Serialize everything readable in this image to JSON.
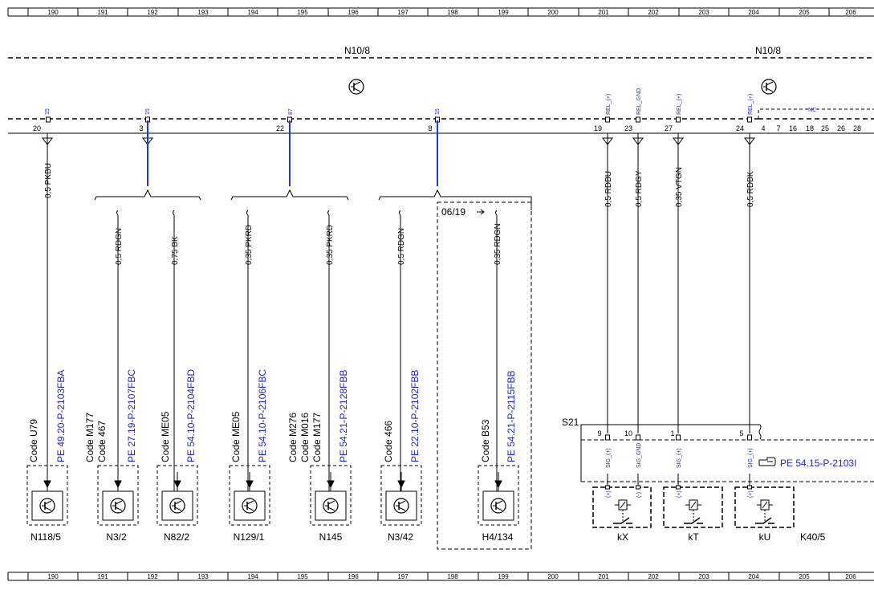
{
  "ruler": [
    "190",
    "191",
    "192",
    "193",
    "194",
    "195",
    "196",
    "197",
    "198",
    "199",
    "200",
    "201",
    "202",
    "203",
    "204",
    "205",
    "206"
  ],
  "module": {
    "left_label": "N10/8",
    "right_label": "N10/8"
  },
  "left_pins": [
    {
      "num": "20",
      "signal": "15",
      "wire": "0,5 PKBU",
      "color": "black"
    },
    {
      "num": "3",
      "signal": "15",
      "wire": "",
      "color": "blue"
    },
    {
      "num": "22",
      "signal": "87",
      "wire": "",
      "color": "blue"
    },
    {
      "num": "8",
      "signal": "15",
      "wire": "",
      "color": "blue"
    }
  ],
  "branch_wires": [
    "0,5 RDGN",
    "0,75 BK",
    "0,35 PKRD",
    "0,35 PKRD",
    "0,5 RDGN",
    "0,35 RDGN"
  ],
  "components": [
    {
      "name": "N118/5",
      "codes": [
        "Code U79"
      ],
      "ref": "PE 49.20-P-2103FBA"
    },
    {
      "name": "N3/2",
      "codes": [
        "Code M177",
        "Code 467"
      ],
      "ref": "PE 27.19-P-2107FBC"
    },
    {
      "name": "N82/2",
      "codes": [
        "Code ME05"
      ],
      "ref": "PE 54.10-P-2104FBD"
    },
    {
      "name": "N129/1",
      "codes": [
        "Code ME05"
      ],
      "ref": "PE 54.10-P-2106FBC"
    },
    {
      "name": "N145",
      "codes": [
        "Code M276",
        "Code M016",
        "Code M177"
      ],
      "ref": "PE 54.21-P-2128FBB"
    },
    {
      "name": "N3/42",
      "codes": [
        "Code 466"
      ],
      "ref": "PE 22.10-P-2102FBB"
    },
    {
      "name": "H4/134",
      "codes": [
        "Code B53"
      ],
      "ref": "PE 54.21-P-2115FBB"
    }
  ],
  "date_note": "06/19",
  "right_pins": [
    {
      "num": "19",
      "signal": "REL_(+)",
      "wire": "0,5 RDBU"
    },
    {
      "num": "23",
      "signal": "REL_GND",
      "wire": "0,5 RDGY"
    },
    {
      "num": "27",
      "signal": "REL_(+)",
      "wire": "0,35 VTGN"
    },
    {
      "num": "24",
      "signal": "REL_(+)",
      "wire": "0,5 RDBK"
    }
  ],
  "nc_pins": [
    "4",
    "7",
    "16",
    "18",
    "25",
    "26",
    "28"
  ],
  "nc_label": "NC",
  "s21": {
    "label": "S21",
    "pins": [
      "9",
      "10",
      "1",
      "5"
    ],
    "signals": [
      "SIG_(+)",
      "SIG_GND",
      "SIG_(+)",
      "SIG_(+)"
    ],
    "ref": "PE 54.15-P-2103I"
  },
  "relays": [
    {
      "name": "kX",
      "marks": [
        "(+)",
        "(-)"
      ]
    },
    {
      "name": "kT",
      "marks": [
        "(+)"
      ]
    },
    {
      "name": "kU",
      "marks": [
        "(+)"
      ]
    }
  ],
  "relay_group": "K40/5"
}
